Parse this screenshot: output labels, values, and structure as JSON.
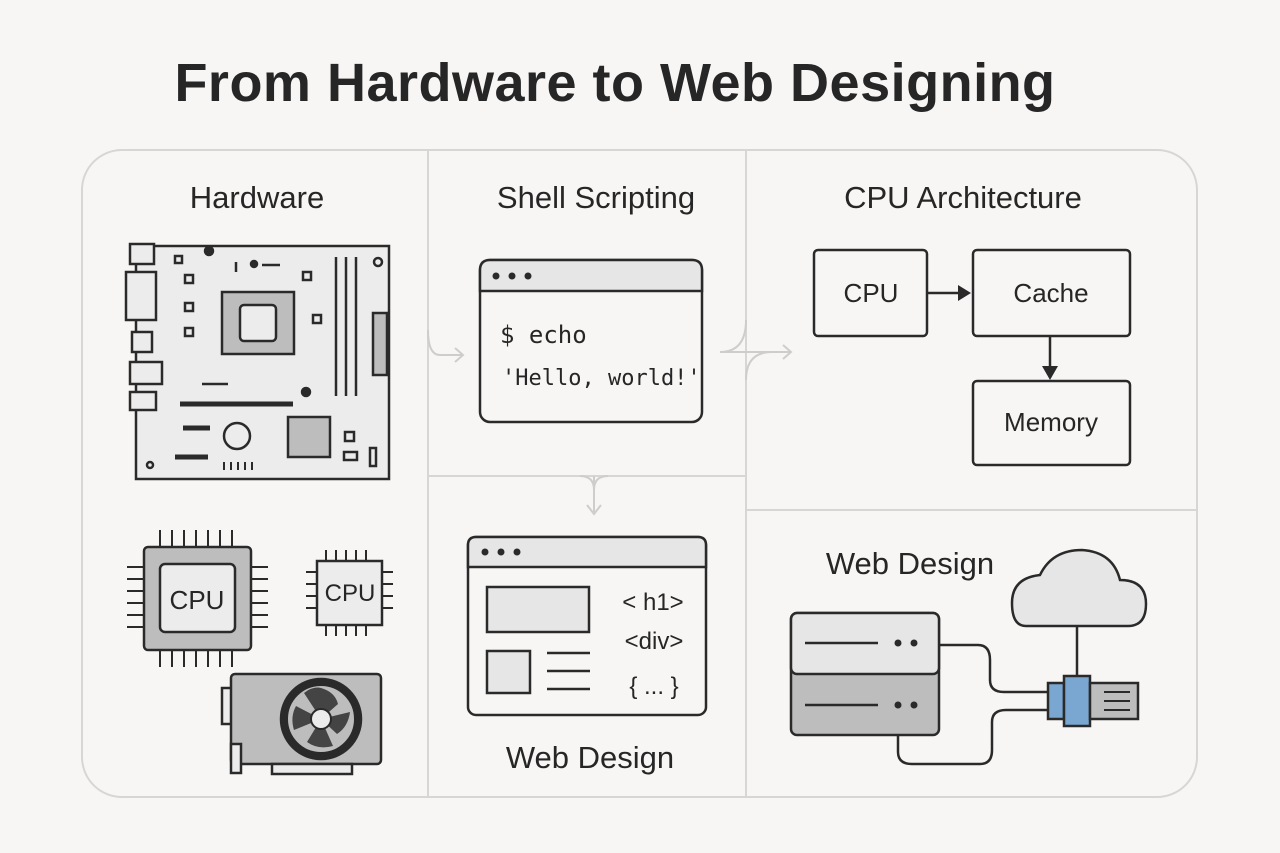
{
  "title": "From Hardware to Web Designing",
  "panels": {
    "hardware": {
      "heading": "Hardware",
      "cpu_big": "CPU",
      "cpu_small": "CPU"
    },
    "shell": {
      "heading": "Shell Scripting",
      "line1": "$ echo",
      "line2": "'Hello, world!'"
    },
    "cpu_arch": {
      "heading": "CPU Architecture",
      "box_cpu": "CPU",
      "box_cache": "Cache",
      "box_memory": "Memory"
    },
    "web_code": {
      "heading": "Web Design",
      "code1": "< h1>",
      "code2": "<div>",
      "code3": "{ ... }"
    },
    "web_cloud": {
      "heading": "Web Design"
    }
  },
  "colors": {
    "background": "#f8f6f4",
    "stroke": "#2a2a2a",
    "gray": "#bdbdbd",
    "light_gray": "#e6e6e6",
    "connector_blue": "#7aa7d1",
    "divider": "#d8d6d4"
  },
  "icons": [
    "motherboard-icon",
    "cpu-chip-icon",
    "graphics-card-icon",
    "terminal-window-icon",
    "browser-window-icon",
    "server-rack-icon",
    "cloud-icon",
    "usb-connector-icon"
  ]
}
